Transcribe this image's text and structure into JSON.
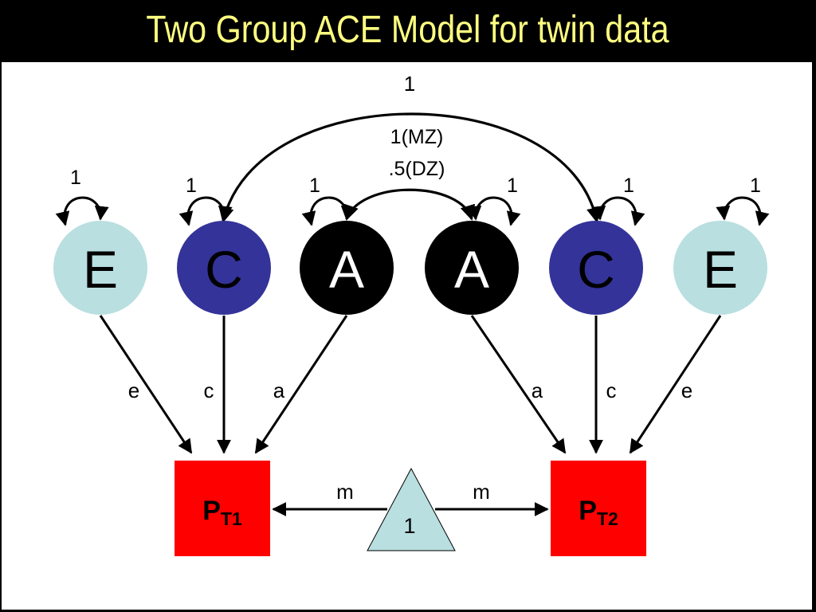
{
  "title": "Two Group ACE Model for twin data",
  "colors": {
    "title_text": "#ffff80",
    "background": "#000000",
    "panel": "#ffffff",
    "E": "#b9dfe0",
    "C": "#333399",
    "A": "#000000",
    "phenotype": "#ff0000",
    "mean_triangle": "#b9dfe0"
  },
  "twin1": {
    "latents": [
      {
        "label": "E",
        "variance": "1",
        "path": "e"
      },
      {
        "label": "C",
        "variance": "1",
        "path": "c"
      },
      {
        "label": "A",
        "variance": "1",
        "path": "a"
      }
    ],
    "phenotype": {
      "main": "P",
      "sub": "T1"
    }
  },
  "twin2": {
    "latents": [
      {
        "label": "A",
        "variance": "1",
        "path": "a"
      },
      {
        "label": "C",
        "variance": "1",
        "path": "c"
      },
      {
        "label": "E",
        "variance": "1",
        "path": "e"
      }
    ],
    "phenotype": {
      "main": "P",
      "sub": "T2"
    }
  },
  "covariances": {
    "C_C": "1",
    "A_A_line1": "1(MZ)",
    "A_A_line2": ".5(DZ)"
  },
  "mean": {
    "triangle_label": "1",
    "path_left": "m",
    "path_right": "m"
  }
}
